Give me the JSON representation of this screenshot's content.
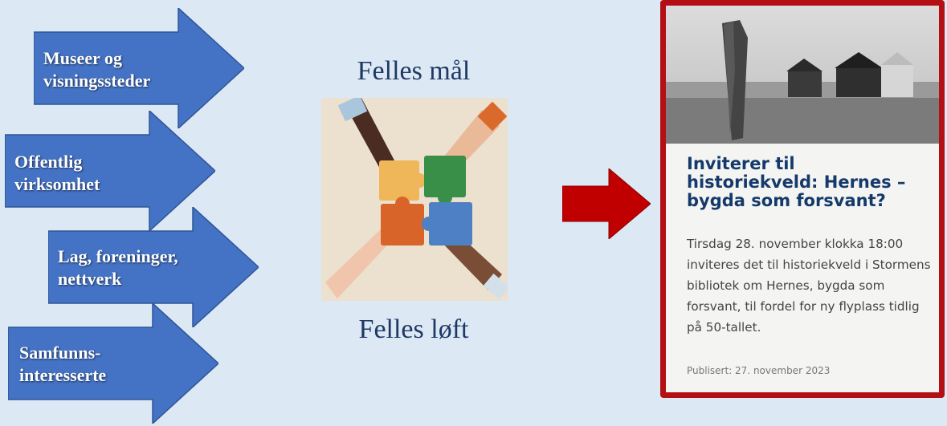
{
  "arrows": [
    {
      "label_line1": "Museer og",
      "label_line2": "visningssteder"
    },
    {
      "label_line1": "Offentlig",
      "label_line2": "virksomhet"
    },
    {
      "label_line1": "Lag, foreninger,",
      "label_line2": "nettverk"
    },
    {
      "label_line1": "Samfunns-",
      "label_line2": "interesserte"
    }
  ],
  "center": {
    "top_caption": "Felles mål",
    "bottom_caption": "Felles løft"
  },
  "colors": {
    "arrow_fill": "#4472c4",
    "red_arrow": "#c00000",
    "card_border": "#b30f14",
    "title_color": "#143a6b"
  },
  "card": {
    "title": "Inviterer til historiekveld: Hernes – bygda som forsvant?",
    "body": "Tirsdag 28. november klokka 18:00 inviteres det til historiekveld i Stormens bibliotek om Hernes, bygda som forsvant, til fordel for ny flyplass tidlig på 50-tallet.",
    "date": "Publisert: 27. november 2023"
  }
}
